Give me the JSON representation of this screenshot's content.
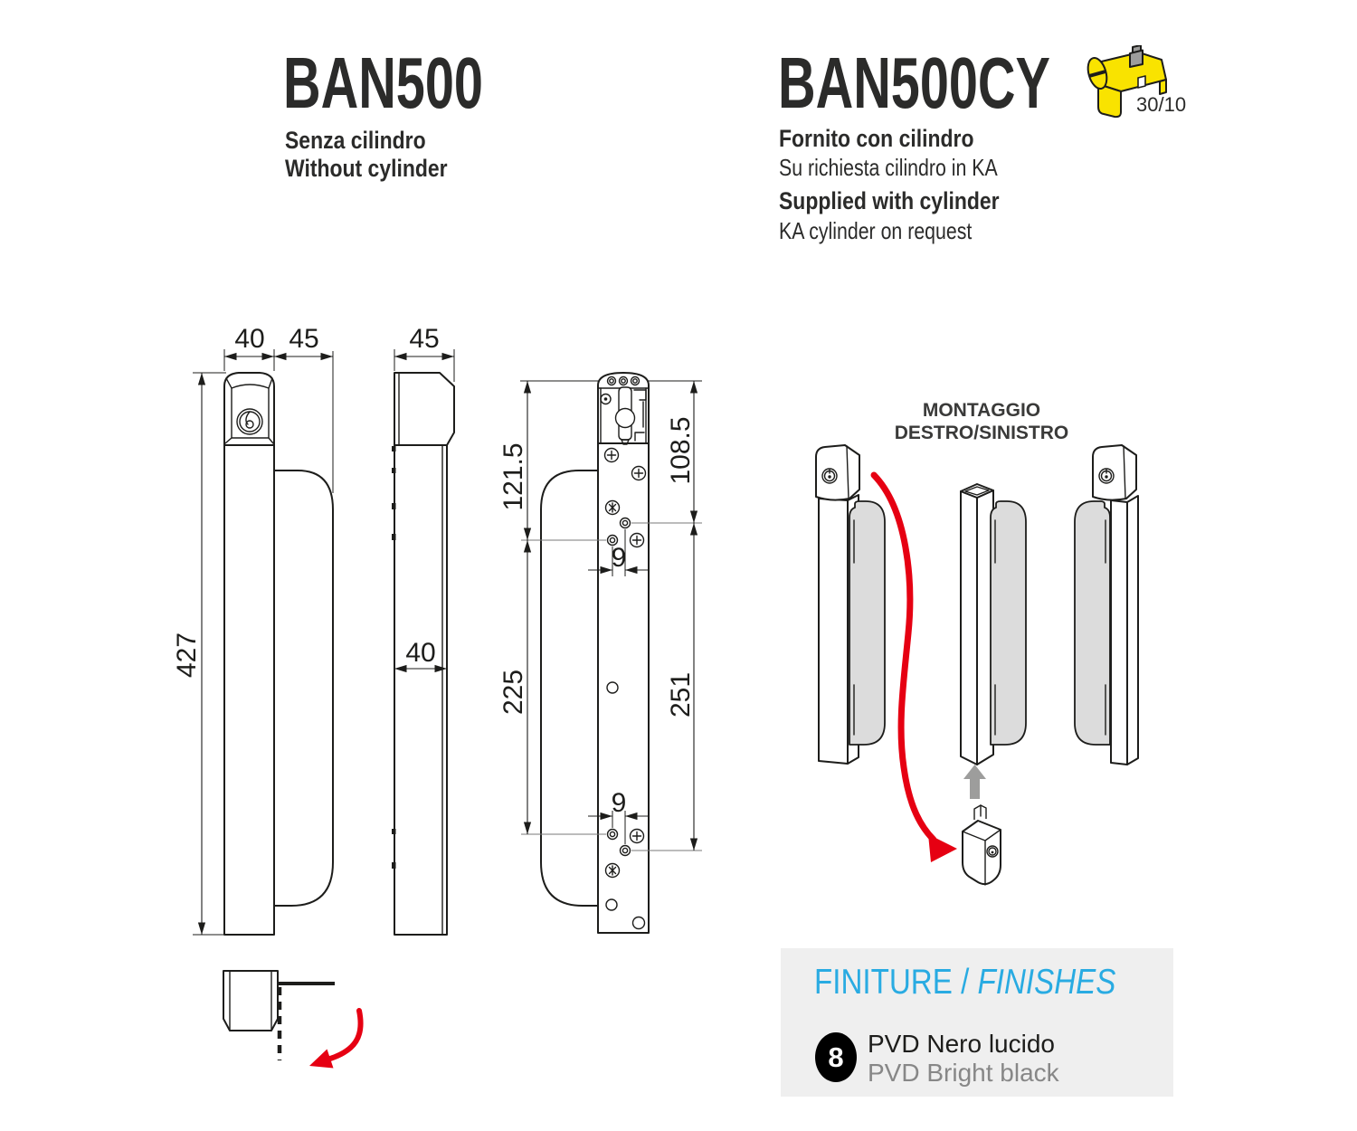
{
  "header": {
    "left": {
      "code": "BAN500",
      "subtitle_it": "Senza cilindro",
      "subtitle_en": "Without cylinder"
    },
    "right": {
      "code": "BAN500CY",
      "cylinder_size": "30/10",
      "supplied_it": "Fornito con cilindro",
      "request_it": "Su richiesta cilindro in KA",
      "supplied_en": "Supplied with cylinder",
      "request_en": "KA cylinder on request"
    }
  },
  "drawings": {
    "front": {
      "width": "40",
      "grip_depth": "45",
      "height": "427"
    },
    "side": {
      "head_depth": "45",
      "body_depth": "40"
    },
    "back": {
      "top_to_hole_left": "121.5",
      "top_to_hole_right": "108.5",
      "hole_gap_top": "9",
      "hole_span_left": "225",
      "hole_span_right": "251",
      "hole_gap_bottom": "9"
    }
  },
  "montaggio": {
    "title_line1": "MONTAGGIO",
    "title_line2": "DESTRO/SINISTRO"
  },
  "finishes": {
    "title_it": "FINITURE",
    "separator": "/",
    "title_en": "FINISHES",
    "finish_code": "8",
    "finish_name_it": "PVD Nero lucido",
    "finish_name_en": "PVD Bright black"
  },
  "colors": {
    "accent_cyan": "#29abe2",
    "arrow_red": "#e60012",
    "grip_gray": "#dcdcdc",
    "muted_text_gray": "#878787",
    "finishes_box_bg": "#efefef",
    "cylinder_yellow": "#f9e300",
    "cam_gray": "#9d9d9c",
    "line_black": "#1d1d1b"
  }
}
